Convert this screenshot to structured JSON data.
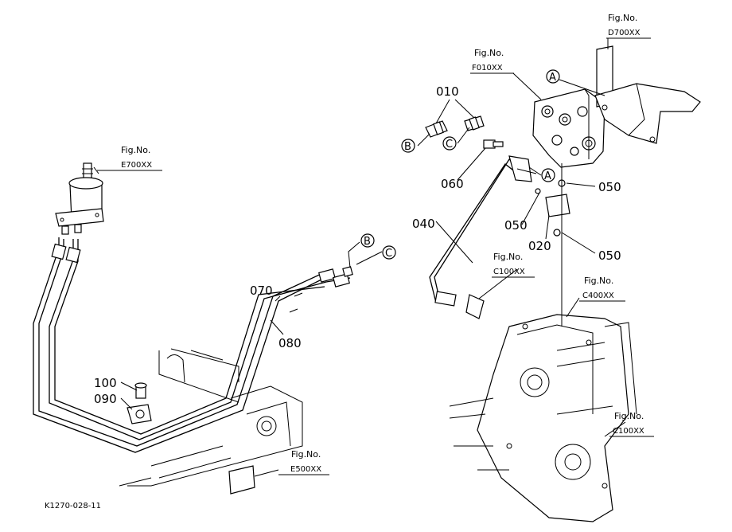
{
  "fig_refs": {
    "d700": {
      "prefix": "Fig.No.",
      "code": "D700XX"
    },
    "f010": {
      "prefix": "Fig.No.",
      "code": "F010XX"
    },
    "e700": {
      "prefix": "Fig.No.",
      "code": "E700XX"
    },
    "c100_upper": {
      "prefix": "Fig.No.",
      "code": "C100XX"
    },
    "c400": {
      "prefix": "Fig.No.",
      "code": "C400XX"
    },
    "c100_lower": {
      "prefix": "Fig.No.",
      "code": "C100XX"
    },
    "e500": {
      "prefix": "Fig.No.",
      "code": "E500XX"
    }
  },
  "part_numbers": {
    "p010": "010",
    "p060": "060",
    "p050_a": "050",
    "p040": "040",
    "p050_b": "050",
    "p020": "020",
    "p050_c": "050",
    "p070": "070",
    "p080": "080",
    "p100": "100",
    "p090": "090"
  },
  "connection_markers": {
    "a_top": "A",
    "a_bracket": "A",
    "b_left": "B",
    "c_left": "C",
    "b_right": "B",
    "c_right": "C"
  },
  "drawing_id": "K1270-028-11"
}
